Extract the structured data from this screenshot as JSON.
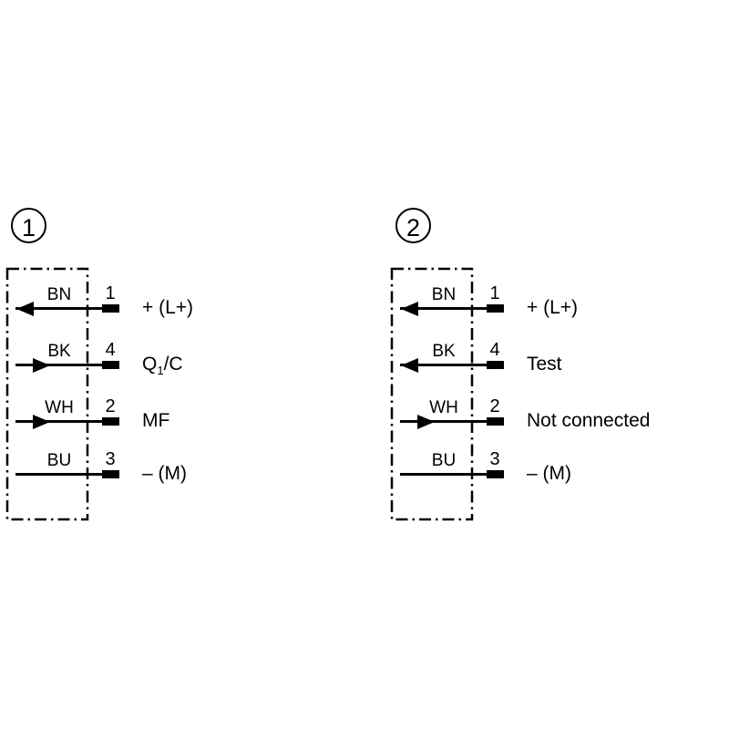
{
  "page": {
    "background_color": "#ffffff",
    "line_color": "#000000",
    "description": "Two sensor wiring pin-assignment diagrams"
  },
  "diagrams": [
    {
      "number": "1",
      "rows": [
        {
          "color_code": "BN",
          "pin": "1",
          "arrow": "left",
          "signal": "+ (L+)"
        },
        {
          "color_code": "BK",
          "pin": "4",
          "arrow": "right",
          "signal_pre": "Q",
          "signal_sub": "1",
          "signal_post": "/C"
        },
        {
          "color_code": "WH",
          "pin": "2",
          "arrow": "right",
          "signal": "MF"
        },
        {
          "color_code": "BU",
          "pin": "3",
          "arrow": "none",
          "signal": "– (M)"
        }
      ]
    },
    {
      "number": "2",
      "rows": [
        {
          "color_code": "BN",
          "pin": "1",
          "arrow": "left",
          "signal": "+ (L+)"
        },
        {
          "color_code": "BK",
          "pin": "4",
          "arrow": "left",
          "signal": "Test"
        },
        {
          "color_code": "WH",
          "pin": "2",
          "arrow": "right",
          "signal": "Not connected"
        },
        {
          "color_code": "BU",
          "pin": "3",
          "arrow": "none",
          "signal": "– (M)"
        }
      ]
    }
  ]
}
